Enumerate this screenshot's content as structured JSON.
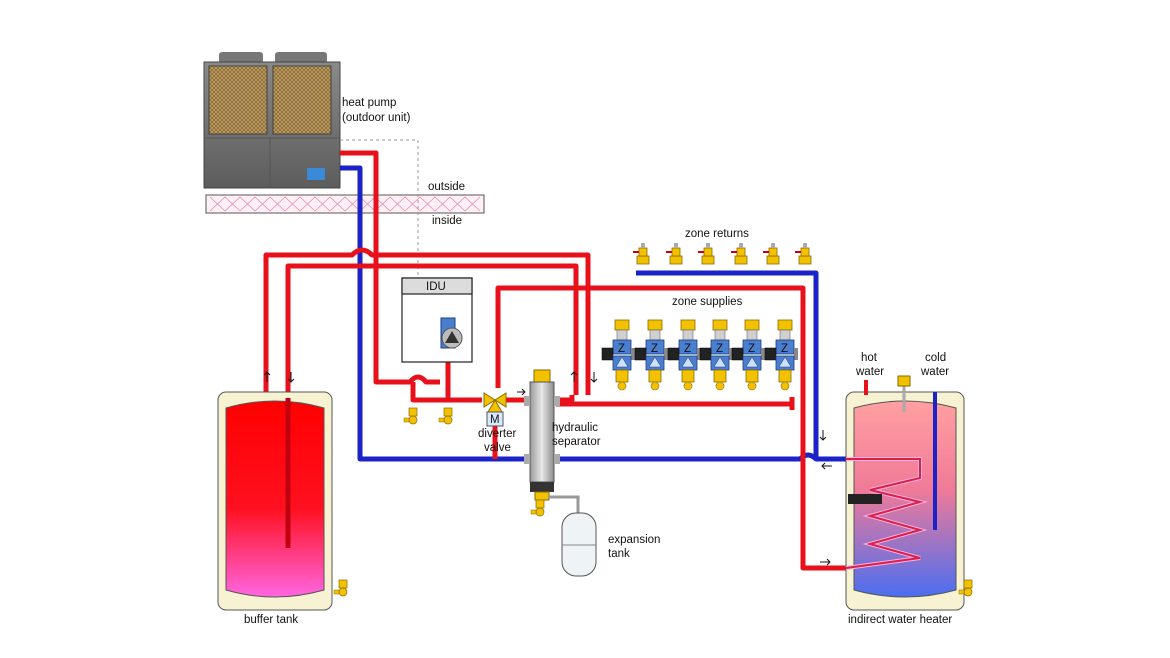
{
  "labels": {
    "heat_pump_line1": "heat pump",
    "heat_pump_line2": "(outdoor unit)",
    "outside": "outside",
    "inside": "inside",
    "idu": "IDU",
    "zone_returns": "zone returns",
    "zone_supplies": "zone supplies",
    "diverter_valve_line1": "diverter",
    "diverter_valve_line2": "valve",
    "motor_letter": "M",
    "hydraulic_separator_line1": "hydraulic",
    "hydraulic_separator_line2": "separator",
    "expansion_tank_line1": "expansion",
    "expansion_tank_line2": "tank",
    "buffer_tank": "buffer tank",
    "hot_water_line1": "hot",
    "hot_water_line2": "water",
    "cold_water_line1": "cold",
    "cold_water_line2": "water",
    "indirect_water_heater": "indirect water heater",
    "zone_valve_letter": "Z"
  },
  "colors": {
    "supply_pipe": "#e8101a",
    "return_pipe": "#1a22c8",
    "tank_jacket": "#f7f3d2",
    "brass": "#f2c200",
    "circulator": "#4a7fd0"
  },
  "zones": {
    "count": 6
  }
}
